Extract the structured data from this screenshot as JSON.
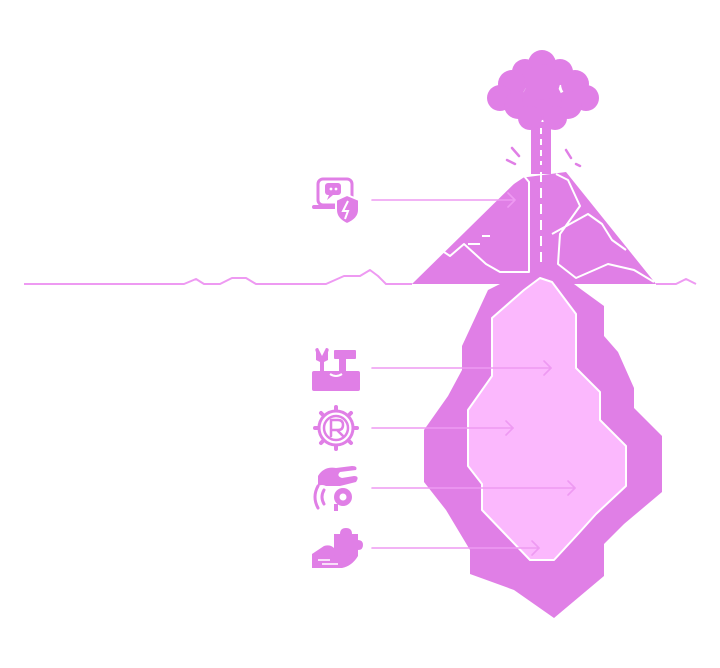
{
  "colors": {
    "primary": "#e07fe6",
    "inner": "#fbb8fd",
    "line": "#ee9af2",
    "background": "#ffffff"
  },
  "items": [
    {
      "icon": "chat-bubble-security-shield-icon",
      "position": "above-surface"
    },
    {
      "icon": "wrench-hammer-tools-icon",
      "position": "below-surface"
    },
    {
      "icon": "registered-trademark-gear-icon",
      "position": "below-surface"
    },
    {
      "icon": "hand-coin-signal-icon",
      "position": "below-surface"
    },
    {
      "icon": "hand-puzzle-piece-icon",
      "position": "below-surface"
    }
  ]
}
